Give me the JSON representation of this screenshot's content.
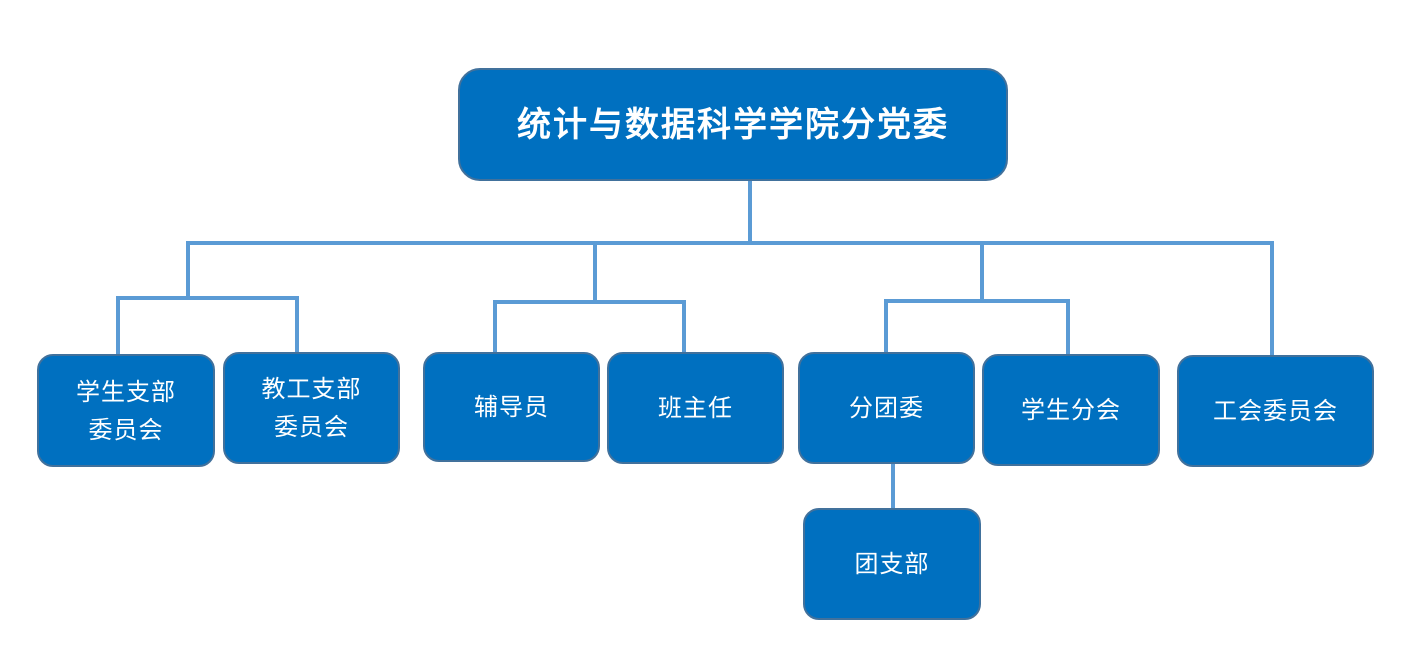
{
  "diagram": {
    "root": {
      "label": "统计与数据科学学院分党委"
    },
    "nodes": {
      "student_branch": {
        "label": "学生支部\n委员会"
      },
      "staff_branch": {
        "label": "教工支部\n委员会"
      },
      "counselor": {
        "label": "辅导员"
      },
      "head_teacher": {
        "label": "班主任"
      },
      "youth_league": {
        "label": "分团委"
      },
      "student_union": {
        "label": "学生分会"
      },
      "trade_union": {
        "label": "工会委员会"
      },
      "league_branch": {
        "label": "团支部"
      }
    },
    "colors": {
      "node_fill": "#0070c0",
      "node_border": "#41719c",
      "connector": "#5b9bd5",
      "text": "#ffffff",
      "background": "#ffffff"
    }
  }
}
